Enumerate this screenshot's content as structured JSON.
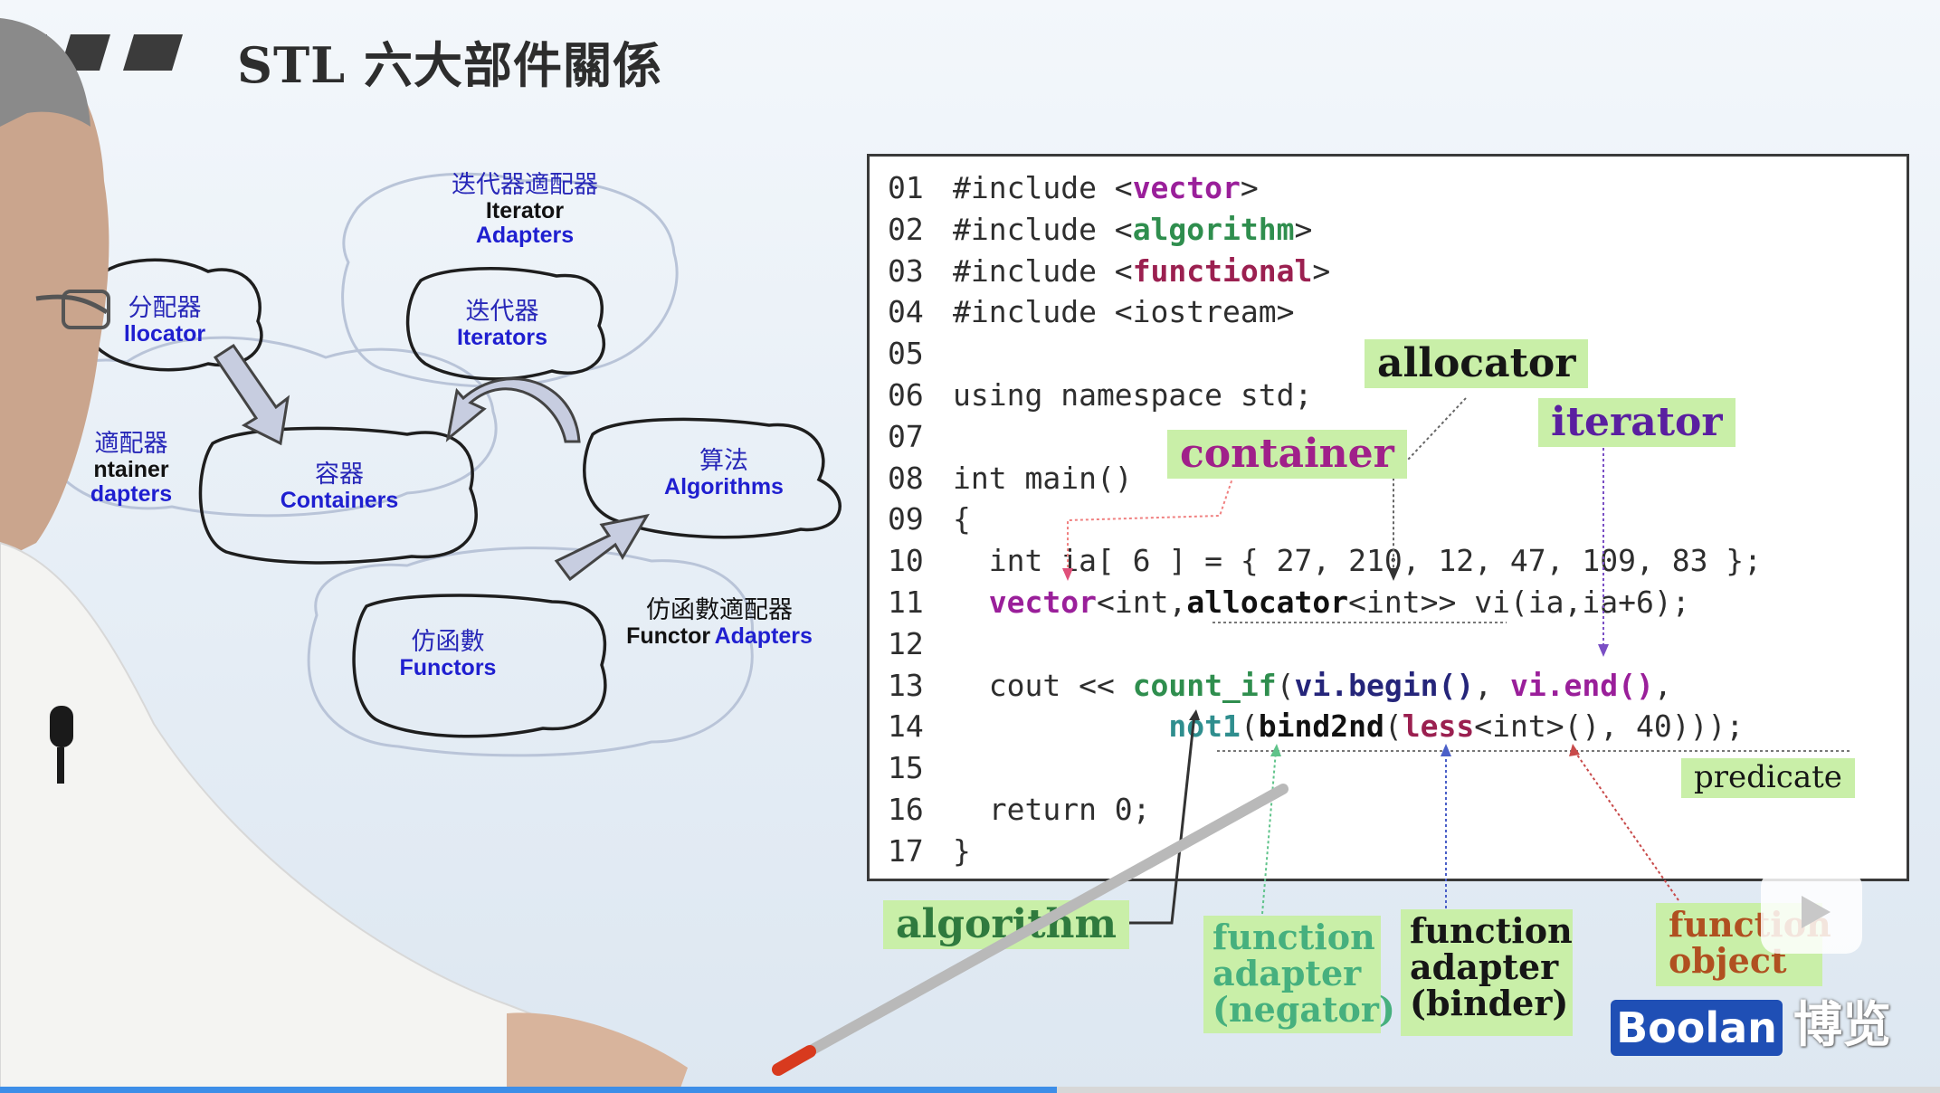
{
  "slide": {
    "title": "STL 六大部件關係"
  },
  "diagram": {
    "allocators": {
      "zh": "分配器",
      "en": "llocator"
    },
    "container_adapters": {
      "zh": "適配器",
      "en1": "ntainer",
      "en2": "dapters"
    },
    "containers": {
      "zh": "容器",
      "en": "Containers"
    },
    "iterator_adapters": {
      "zh": "迭代器適配器",
      "en1": "Iterator",
      "en2": "Adapters"
    },
    "iterators": {
      "zh": "迭代器",
      "en": "Iterators"
    },
    "algorithms": {
      "zh": "算法",
      "en": "Algorithms"
    },
    "functors": {
      "zh": "仿函數",
      "en": "Functors"
    },
    "functor_adapters": {
      "zh": "仿函數適配器",
      "en1": "Functor",
      "en2": "Adapters"
    }
  },
  "code": {
    "lines": [
      {
        "num": "01",
        "parts": [
          [
            "plain",
            "#include <"
          ],
          [
            "purple",
            "vector"
          ],
          [
            "plain",
            ">"
          ]
        ]
      },
      {
        "num": "02",
        "parts": [
          [
            "plain",
            "#include <"
          ],
          [
            "green",
            "algorithm"
          ],
          [
            "plain",
            ">"
          ]
        ]
      },
      {
        "num": "03",
        "parts": [
          [
            "plain",
            "#include <"
          ],
          [
            "maroon",
            "functional"
          ],
          [
            "plain",
            ">"
          ]
        ]
      },
      {
        "num": "04",
        "parts": [
          [
            "plain",
            "#include <iostream>"
          ]
        ]
      },
      {
        "num": "05",
        "parts": []
      },
      {
        "num": "06",
        "parts": [
          [
            "plain",
            "using namespace std;"
          ]
        ]
      },
      {
        "num": "07",
        "parts": []
      },
      {
        "num": "08",
        "parts": [
          [
            "plain",
            "int main()"
          ]
        ]
      },
      {
        "num": "09",
        "parts": [
          [
            "plain",
            "{"
          ]
        ]
      },
      {
        "num": "10",
        "parts": [
          [
            "plain",
            "  int ia[ 6 ] = { 27, 210, 12, 47, 109, 83 };"
          ]
        ]
      },
      {
        "num": "11",
        "parts": [
          [
            "plain",
            "  "
          ],
          [
            "purple",
            "vector"
          ],
          [
            "plain",
            "<int,"
          ],
          [
            "black",
            "allocator"
          ],
          [
            "plain",
            "<int>> vi(ia,ia+6);"
          ]
        ]
      },
      {
        "num": "12",
        "parts": []
      },
      {
        "num": "13",
        "parts": [
          [
            "plain",
            "  cout << "
          ],
          [
            "green",
            "count_if"
          ],
          [
            "plain",
            "("
          ],
          [
            "blue",
            "vi.begin()"
          ],
          [
            "plain",
            ", "
          ],
          [
            "purple",
            "vi.end()"
          ],
          [
            "plain",
            ","
          ]
        ]
      },
      {
        "num": "14",
        "parts": [
          [
            "plain",
            "            "
          ],
          [
            "teal",
            "not1"
          ],
          [
            "plain",
            "("
          ],
          [
            "black",
            "bind2nd"
          ],
          [
            "plain",
            "("
          ],
          [
            "maroon",
            "less"
          ],
          [
            "plain",
            "<int>(), 40)));"
          ]
        ]
      },
      {
        "num": "15",
        "parts": []
      },
      {
        "num": "16",
        "parts": [
          [
            "plain",
            "  return 0;"
          ]
        ]
      },
      {
        "num": "17",
        "parts": [
          [
            "plain",
            "}"
          ]
        ]
      }
    ]
  },
  "tags": {
    "allocator": "allocator",
    "iterator": "iterator",
    "container": "container",
    "predicate": "predicate",
    "algorithm": "algorithm",
    "negator": [
      "function",
      "adapter",
      "(negator)"
    ],
    "binder": [
      "function",
      "adapter",
      "(binder)"
    ],
    "function_object": [
      "function",
      "object"
    ]
  },
  "branding": {
    "logo_text": "Boolan",
    "logo_zh": "博览"
  },
  "playback": {
    "progress_fraction": 0.545
  },
  "colors": {
    "tag_bg": "#c9efa8",
    "purple": "#9a1f9a",
    "green": "#2f8e4e",
    "maroon": "#9b2050",
    "brand_blue": "#1f4fb5",
    "progress_blue": "#3d8ee8"
  }
}
